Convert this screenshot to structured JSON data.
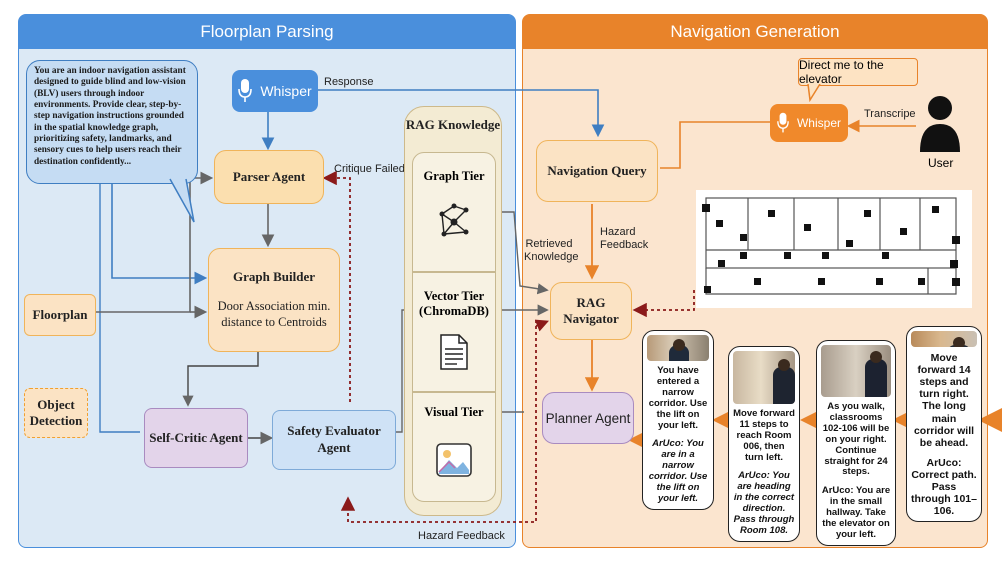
{
  "left_panel": {
    "title": "Floorplan Parsing"
  },
  "right_panel": {
    "title": "Navigation Generation"
  },
  "system_prompt": "You are an indoor navigation assistant designed to guide blind and low-vision (BLV) users through indoor environments. Provide clear, step-by-step navigation instructions grounded in the spatial knowledge graph, prioritizing safety, landmarks, and sensory cues to help users reach their destination confidently...",
  "whisper_left": {
    "label": "Whisper"
  },
  "whisper_right": {
    "label": "Whisper"
  },
  "user_request": "Direct me to the elevator",
  "user_label": "User",
  "nodes": {
    "parser_agent": "Parser Agent",
    "graph_builder_title": "Graph Builder",
    "graph_builder_sub": "Door Association min. distance to Centroids",
    "floorplan": "Floorplan",
    "object_detection": "Object Detection",
    "self_critic": "Self-Critic Agent",
    "safety_evaluator": "Safety Evaluator Agent",
    "rag_knowledge": "RAG Knowledge",
    "graph_tier": "Graph Tier",
    "vector_tier": "Vector Tier (ChromaDB)",
    "visual_tier": "Visual Tier",
    "navigation_query": "Navigation Query",
    "rag_navigator": "RAG Navigator",
    "planner_agent": "Planner Agent"
  },
  "edge_labels": {
    "response": "Response",
    "transcribe": "Transcripe",
    "critique_failed": "Critique Failed",
    "hazard_feedback_top": "Hazard Feedback",
    "retrieved_knowledge": "Retrieved Knowledge",
    "hazard_feedback_bottom": "Hazard Feedback"
  },
  "cards": [
    {
      "text": "You have entered a narrow corridor. Use the lift on your left.",
      "aruco": "ArUco: You are in a narrow corridor. Use the lift on your left.",
      "italic": true
    },
    {
      "text": "Move forward 11 steps to reach Room 006, then turn left.",
      "aruco": "ArUco: You are heading in the correct direction. Pass through Room 108.",
      "italic": true
    },
    {
      "text": "As you walk, classrooms 102-106 will be on your right. Continue straight for 24 steps.",
      "aruco": "ArUco: You are in the small hallway. Take the elevator on your left.",
      "italic": false
    },
    {
      "text": "Move forward 14 steps and turn right. The long main corridor will be ahead.",
      "aruco": "ArUco: Correct path. Pass through 101–106.",
      "italic": false
    }
  ],
  "colors": {
    "left_panel_bg": "#dce9f5",
    "left_panel_head": "#4a8fdc",
    "right_panel_bg": "#fbe5cf",
    "right_panel_head": "#e8832a",
    "blue_arrow": "#3f7ec2",
    "orange_arrow": "#e8832a",
    "hazard": "#8b1a1a",
    "gray_arrow": "#666666"
  },
  "icons": [
    "microphone-icon",
    "user-icon",
    "network-icon",
    "document-icon",
    "image-icon"
  ]
}
